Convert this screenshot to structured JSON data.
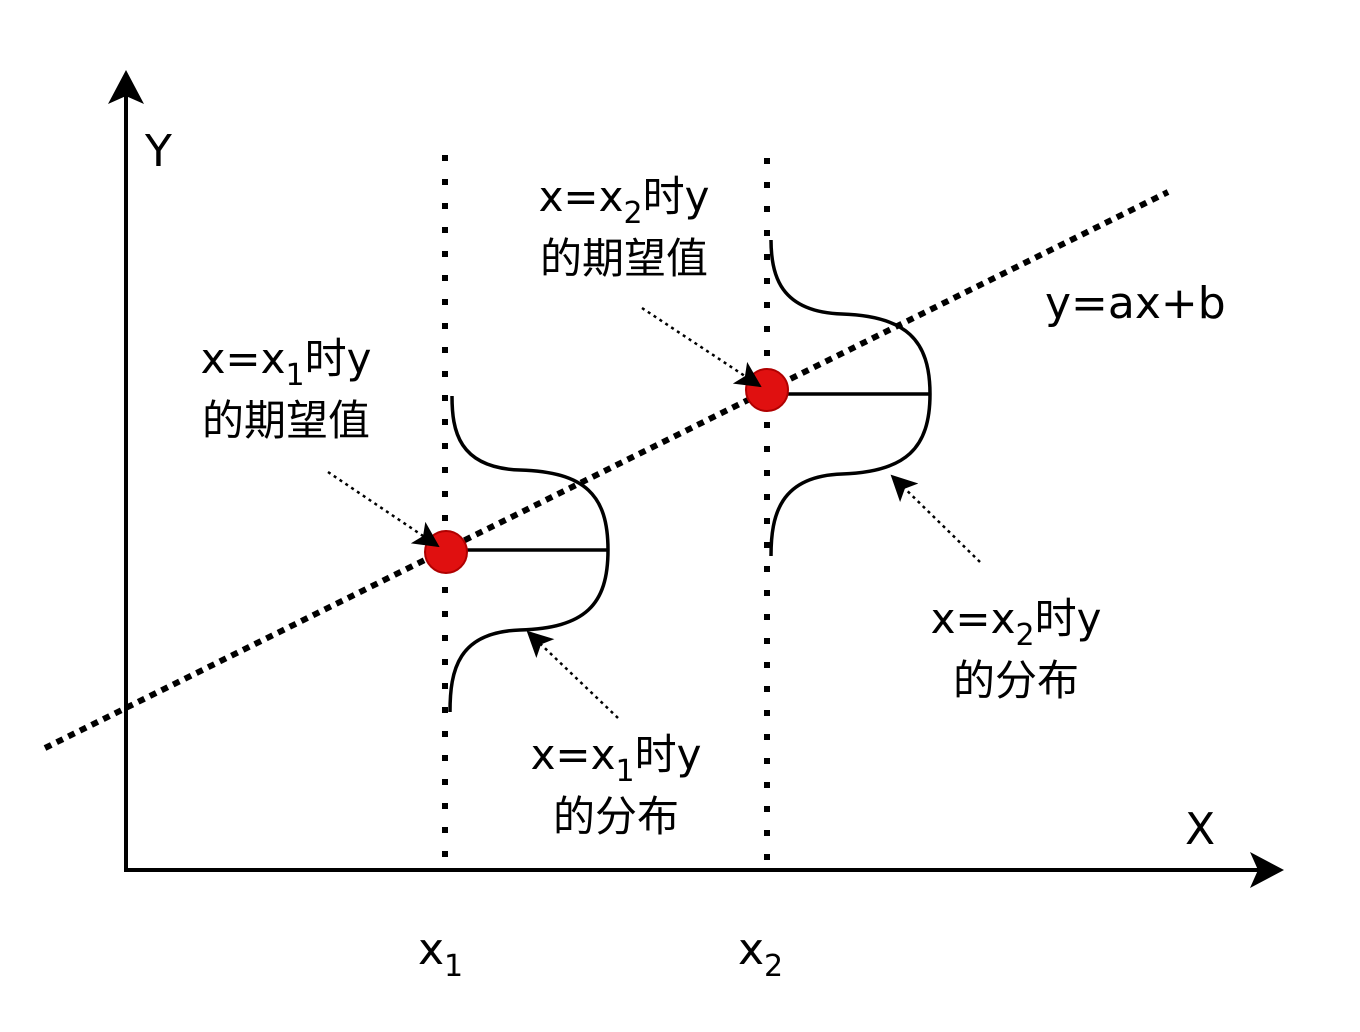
{
  "axes": {
    "x_label": "X",
    "y_label": "Y"
  },
  "regression_line": {
    "equation": "y=ax+b"
  },
  "ticks": [
    {
      "base": "x",
      "sub": "1"
    },
    {
      "base": "x",
      "sub": "2"
    }
  ],
  "annotations": {
    "expect_1": {
      "prefix": "x=x",
      "sub": "1",
      "suffix": "时y",
      "line2": "的期望值"
    },
    "expect_2": {
      "prefix": "x=x",
      "sub": "2",
      "suffix": "时y",
      "line2": "的期望值"
    },
    "dist_1": {
      "prefix": "x=x",
      "sub": "1",
      "suffix": "时y",
      "line2": "的分布"
    },
    "dist_2": {
      "prefix": "x=x",
      "sub": "2",
      "suffix": "时y",
      "line2": "的分布"
    }
  },
  "colors": {
    "point_fill": "#e01010",
    "point_stroke": "#b00000",
    "line": "#000000"
  }
}
